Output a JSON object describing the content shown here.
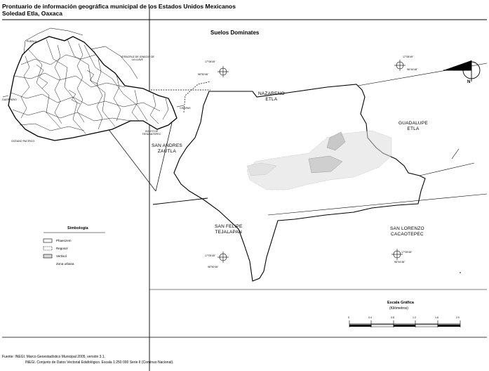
{
  "header": {
    "title_line1": "Prontuario de información geográfica municipal de los Estados Unidos Mexicanos",
    "title_line2": "Soledad Etla, Oaxaca"
  },
  "map": {
    "title": "Suelos Dominates",
    "neighbors": {
      "nazareno": [
        "NAZARENO",
        "ETLA"
      ],
      "guadalupe": [
        "GUADALUPE",
        "ETLA"
      ],
      "san_andres": [
        "SAN ANDRES",
        "ZAUTLA"
      ],
      "san_felipe": [
        "SAN FELIPE",
        "TEJALAPAN"
      ],
      "san_lorenzo": [
        "SAN LORENZO",
        "CACAOTEPEC"
      ]
    },
    "coords": {
      "c1_lat": "17°08'49\"",
      "c1_lon": "96°50'46\"",
      "c2_lat": "17°08'49\"",
      "c2_lon": "96°44'48\"",
      "c3_lat": "17°05'45\"",
      "c3_lon": "96°50'46\"",
      "c4_lat": "17°05'45\"",
      "c4_lon": "96°44'48\""
    },
    "north_label": "N"
  },
  "inset": {
    "puebla": "PUEBLA",
    "veracruz": "VERACRUZ DE IGNACIO DE LA LLAVE",
    "guerrero": "GUERRERO",
    "chiapas": "CHIAPAS",
    "golfo": "GOLFO DE TEHUANTEPEC",
    "oceano": "OCÉANO PACÍFICO"
  },
  "legend": {
    "title": "Simbología",
    "items": [
      "Phaeozem",
      "Regosol",
      "Vertisol",
      "Zona urbana"
    ]
  },
  "scale": {
    "title": "Escala Gráfica",
    "unit": "(Kilómetros)",
    "ticks": [
      "0",
      "0.4",
      "0.8",
      "1.2",
      "1.6",
      "2.0"
    ]
  },
  "footer": {
    "line1": "Fuente: INEGI. Marco Geoestadístico Municipal 2005, versión 3.1.",
    "line2": "INEGI. Conjunto de Datos Vectorial Edafológico. Escala 1:250 000 Serie II (Continuo Nacional)."
  }
}
